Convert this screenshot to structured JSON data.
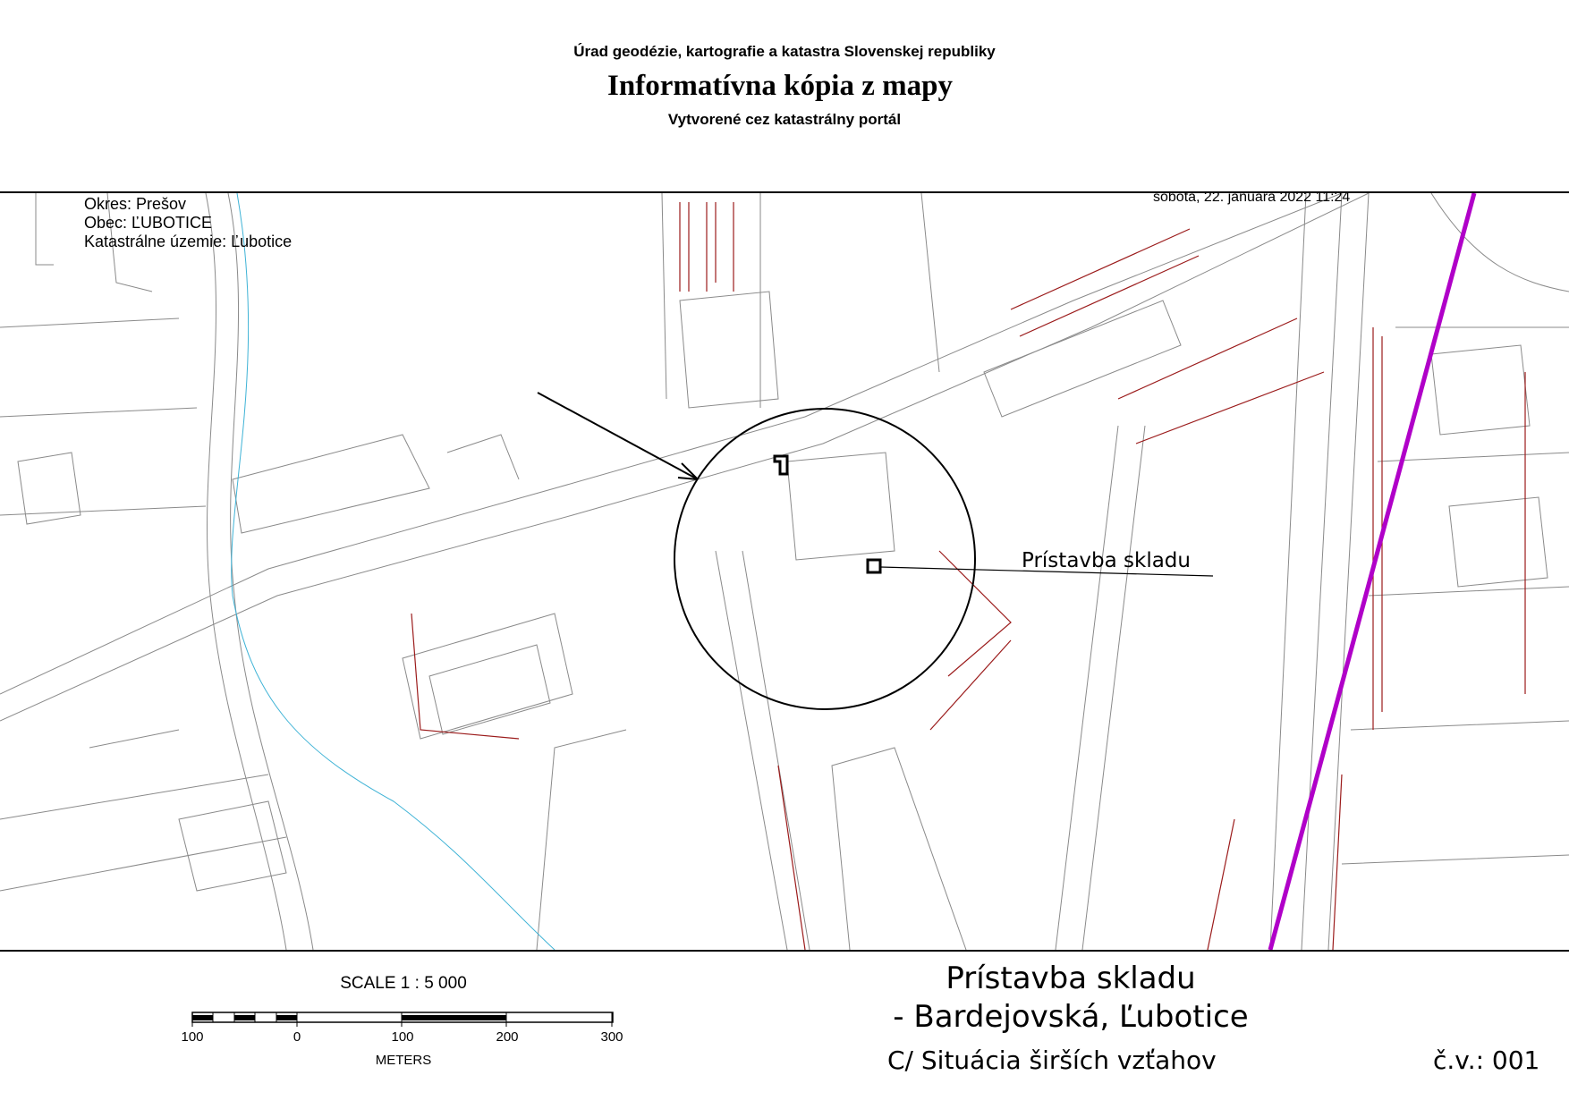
{
  "header": {
    "authority": "Úrad geodézie, kartografie a katastra Slovenskej republiky",
    "title": "Informatívna kópia z mapy",
    "subtitle": "Vytvorené cez katastrálny portál"
  },
  "map": {
    "district": "Okres: Prešov",
    "municipality": "Obec: ĽUBOTICE",
    "cadastral_area": "Katastrálne územie: Ľubotice",
    "date": "sobota, 22. januára 2022 11:24",
    "callout_label": "Prístavba  skladu",
    "colors": {
      "parcel": "#8a8a8a",
      "building": "#9b1b1b",
      "railway": "#b000c8",
      "stream": "#3fb3d6",
      "marker": "#000000"
    }
  },
  "scale": {
    "title": "SCALE 1 : 5 000",
    "ticks": [
      "100",
      "0",
      "100",
      "200",
      "300"
    ],
    "unit": "METERS"
  },
  "project": {
    "title": "Prístavba  skladu",
    "location": "- Bardejovská, Ľubotice",
    "drawing": "C/  Situácia širších vzťahov",
    "drawing_number": "č.v.: 001"
  }
}
